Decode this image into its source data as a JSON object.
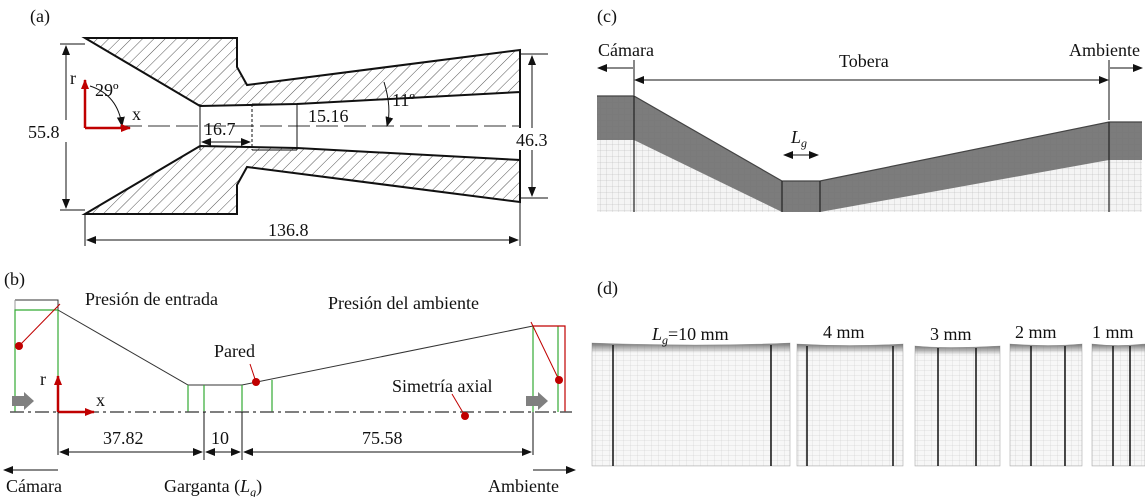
{
  "panel_a": {
    "label": "(a)",
    "axis_r": "r",
    "axis_x": "x",
    "angle_inlet": "29º",
    "angle_outlet": "11º",
    "dim_throat_len": "16.7",
    "dim_throat_dia": "15.16",
    "dim_inlet_dia": "55.8",
    "dim_outlet_dia": "46.3",
    "dim_total_len": "136.8"
  },
  "panel_b": {
    "label": "(b)",
    "inlet_pressure": "Presión de entrada",
    "ambient_pressure": "Presión del ambiente",
    "wall": "Pared",
    "axis_symmetry": "Simetría axial",
    "axis_r": "r",
    "axis_x": "x",
    "dim_1": "37.82",
    "dim_2": "10",
    "dim_3": "75.58",
    "region_chamber": "Cámara",
    "region_throat": "Garganta (",
    "region_throat_var": "L",
    "region_throat_sub": "g",
    "region_throat_close": ")",
    "region_ambient": "Ambiente"
  },
  "panel_c": {
    "label": "(c)",
    "chamber": "Cámara",
    "nozzle": "Tobera",
    "ambient": "Ambiente",
    "lg_var": "L",
    "lg_sub": "g"
  },
  "panel_d": {
    "label": "(d)",
    "lg_var": "L",
    "lg_sub": "g",
    "m1": "=10 mm",
    "m2": "4 mm",
    "m3": "3 mm",
    "m4": "2 mm",
    "m5": "1 mm"
  },
  "colors": {
    "hatch": "#555555",
    "axis_red": "#c00000",
    "boundary_green": "#33aa33",
    "marker_red": "#c00000",
    "mesh_dark": "#6a6a6a",
    "mesh_light": "#c8c8c8",
    "arrow_gray": "#808080"
  }
}
